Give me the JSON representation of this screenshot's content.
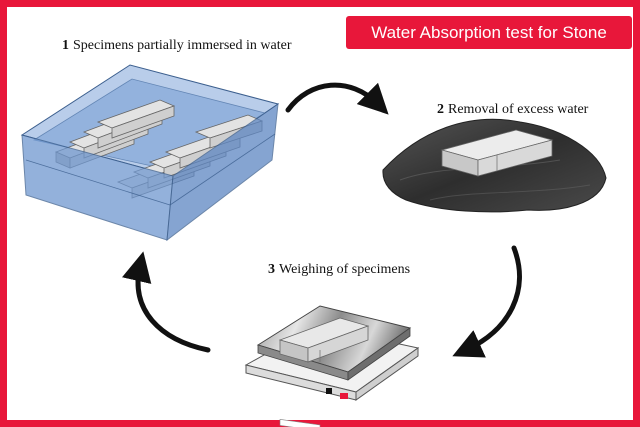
{
  "title": "Water Absorption test for Stone",
  "steps": [
    {
      "number": "1",
      "label": "Specimens partially immersed in water"
    },
    {
      "number": "2",
      "label": "Removal of excess water"
    },
    {
      "number": "3",
      "label": "Weighing of specimens"
    }
  ],
  "colors": {
    "frame": "#e8173a",
    "water": "#7aa2d6",
    "arrow": "#111111",
    "cloth": "#3d3d3d",
    "specimen": "#dedede"
  },
  "icons": [
    "water-tank-icon",
    "cloth-icon",
    "weighing-scale-icon",
    "cycle-arrow-icon"
  ]
}
